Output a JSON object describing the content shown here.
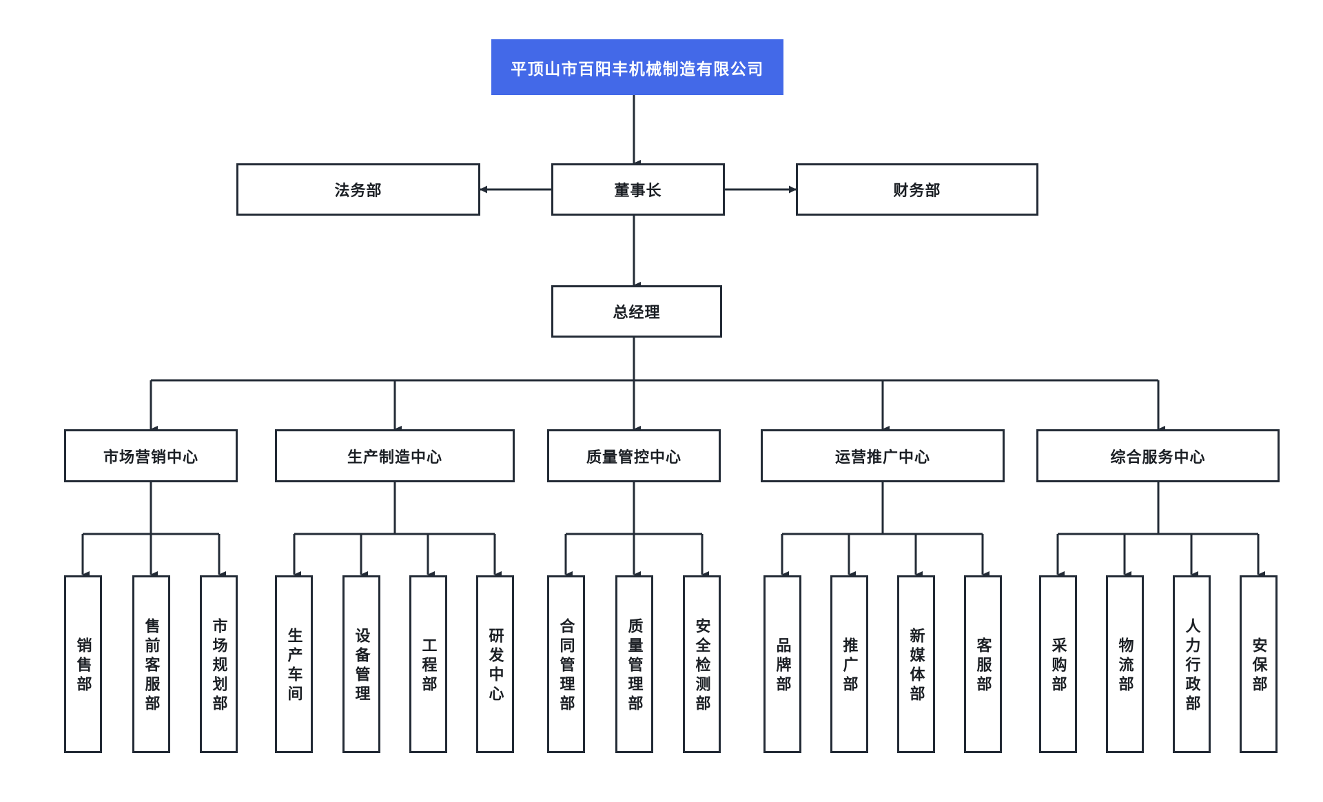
{
  "diagram": {
    "title": "平顶山市百阳丰机械制造有限公司",
    "type": "organization-chart",
    "accent_color": "#4369e8",
    "border_color": "#232b36",
    "background_color": "#ffffff"
  },
  "nodes": {
    "root": {
      "label": "平顶山市百阳丰机械制造有限公司"
    },
    "chairman": {
      "label": "董事长"
    },
    "legal": {
      "label": "法务部"
    },
    "finance": {
      "label": "财务部"
    },
    "general_manager": {
      "label": "总经理"
    },
    "centers": [
      {
        "label": "市场营销中心"
      },
      {
        "label": "生产制造中心"
      },
      {
        "label": "质量管控中心"
      },
      {
        "label": "运营推广中心"
      },
      {
        "label": "综合服务中心"
      }
    ],
    "departments": [
      {
        "label": "销售部"
      },
      {
        "label": "售前客服部"
      },
      {
        "label": "市场规划部"
      },
      {
        "label": "生产车间"
      },
      {
        "label": "设备管理"
      },
      {
        "label": "工程部"
      },
      {
        "label": "研发中心"
      },
      {
        "label": "合同管理部"
      },
      {
        "label": "质量管理部"
      },
      {
        "label": "安全检测部"
      },
      {
        "label": "品牌部"
      },
      {
        "label": "推广部"
      },
      {
        "label": "新媒体部"
      },
      {
        "label": "客服部"
      },
      {
        "label": "采购部"
      },
      {
        "label": "物流部"
      },
      {
        "label": "人力行政部"
      },
      {
        "label": "安保部"
      }
    ]
  }
}
